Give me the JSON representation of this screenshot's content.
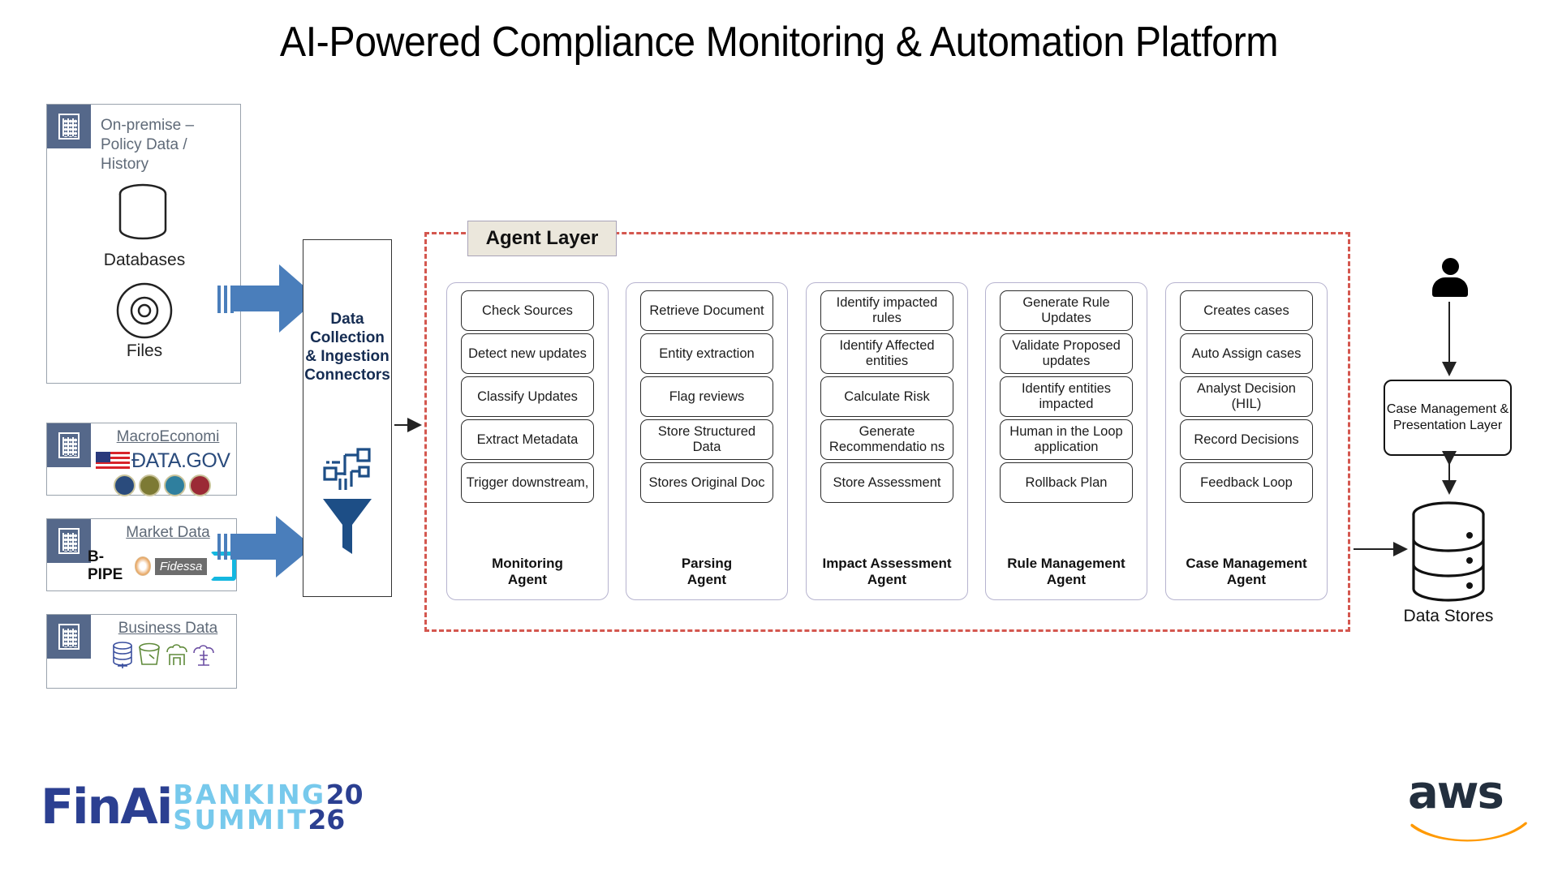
{
  "title": "AI-Powered Compliance Monitoring & Automation Platform",
  "sources": {
    "onprem": {
      "title": "On-premise – Policy Data / History",
      "icon": "building-icon",
      "items": [
        {
          "label": "Databases",
          "icon": "database-cylinder-icon"
        },
        {
          "label": "Files",
          "icon": "disc-icon"
        }
      ]
    },
    "macro": {
      "title": "MacroEconomi",
      "icon": "building-icon",
      "logo_text": "ÐATA.GOV",
      "logos": [
        "us-flag-icon",
        "agency-seal-1-icon",
        "agency-seal-2-icon",
        "agency-seal-3-icon",
        "agency-seal-4-icon"
      ]
    },
    "market": {
      "title": "Market Data",
      "icon": "building-icon",
      "logo_text": "B-PIPE",
      "vendor_1": "Fidessa",
      "logos": [
        "bloomberg-bpipe-icon",
        "fidessa-icon",
        "refinitiv-icon"
      ]
    },
    "business": {
      "title": "Business Data",
      "icon": "building-icon",
      "logos": [
        "stacked-db-icon",
        "bucket-icon",
        "data-warehouse-icon",
        "cloud-platform-icon"
      ]
    }
  },
  "ingestion": {
    "label": "Data Collection & Ingestion Connectors",
    "icons": [
      "network-nodes-icon",
      "funnel-icon"
    ]
  },
  "agent_layer": {
    "title": "Agent Layer",
    "border_color": "#d4574f",
    "agents": [
      {
        "name": "Monitoring\nAgent",
        "steps": [
          "Check Sources",
          "Detect new updates",
          "Classify Updates",
          "Extract Metadata",
          "Trigger downstream,"
        ]
      },
      {
        "name": "Parsing\nAgent",
        "steps": [
          "Retrieve Document",
          "Entity extraction",
          "Flag reviews",
          "Store Structured Data",
          "Stores Original Doc"
        ]
      },
      {
        "name": "Impact Assessment\nAgent",
        "steps": [
          "Identify impacted rules",
          "Identify Affected entities",
          "Calculate Risk",
          "Generate Recommendatio ns",
          "Store Assessment"
        ]
      },
      {
        "name": "Rule Management\nAgent",
        "steps": [
          "Generate Rule Updates",
          "Validate Proposed updates",
          "Identify entities impacted",
          "Human in the Loop application",
          "Rollback Plan"
        ]
      },
      {
        "name": "Case Management\nAgent",
        "steps": [
          "Creates cases",
          "Auto Assign cases",
          "Analyst Decision (HIL)",
          "Record Decisions",
          "Feedback Loop"
        ]
      }
    ]
  },
  "presentation": {
    "user_icon": "user-person-icon",
    "box_label": "Case Management & Presentation Layer",
    "datastore_label": "Data Stores",
    "datastore_icon": "database-cylinder-icon"
  },
  "footer": {
    "finai": "FinAi",
    "banking": "BANKING",
    "summit": "SUMMIT",
    "year_top": "20",
    "year_bottom": "26",
    "aws": "aws",
    "colors": {
      "finai_blue": "#2b3f91",
      "summit_light": "#77c9ec",
      "aws_dark": "#232f3e",
      "aws_orange": "#f90"
    }
  }
}
